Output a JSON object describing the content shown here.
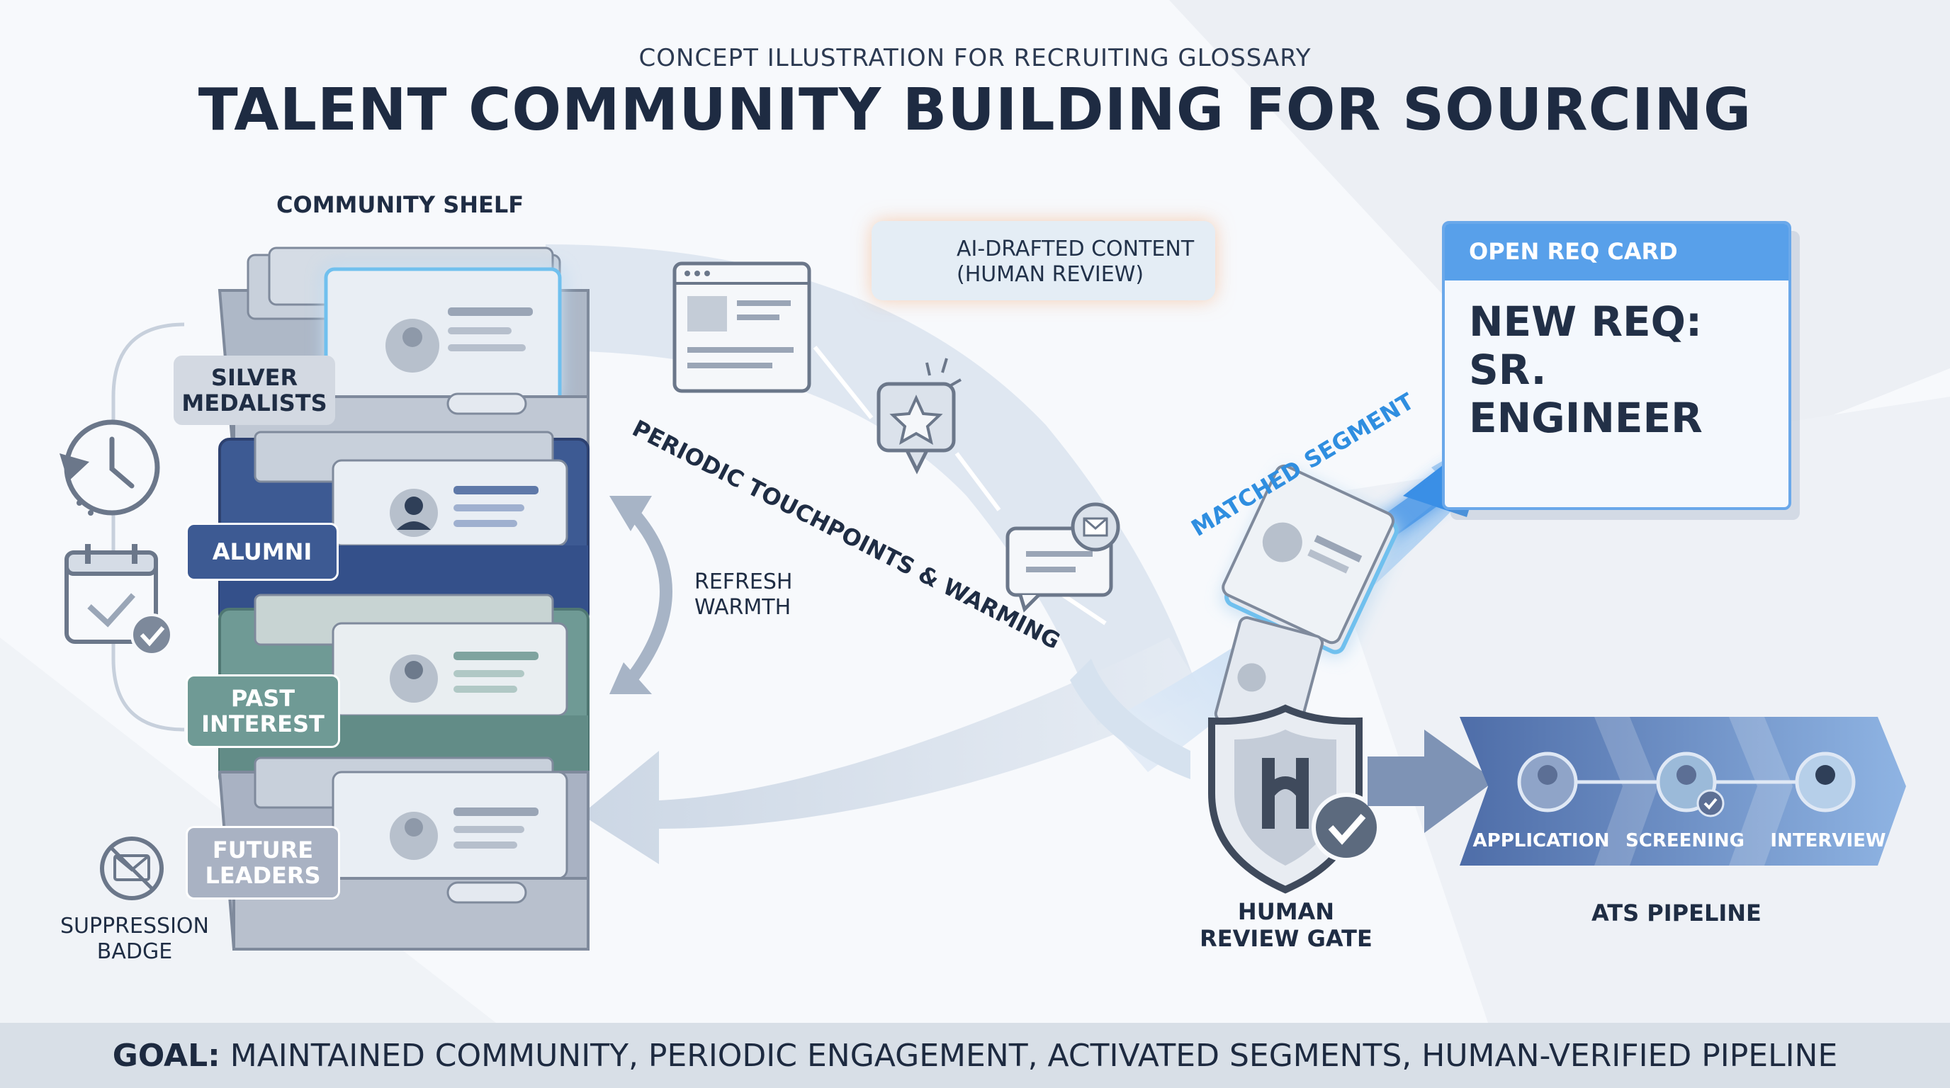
{
  "header": {
    "subtitle": "CONCEPT ILLUSTRATION FOR RECRUITING GLOSSARY",
    "title": "TALENT COMMUNITY BUILDING FOR SOURCING"
  },
  "shelf": {
    "heading": "COMMUNITY SHELF",
    "drawers": [
      {
        "label": "SILVER\nMEDALISTS",
        "color": "#b9c2d0"
      },
      {
        "label": "ALUMNI",
        "color": "#3d5a93"
      },
      {
        "label": "PAST\nINTEREST",
        "color": "#6f9a95"
      },
      {
        "label": "FUTURE\nLEADERS",
        "color": "#a9b2c3"
      }
    ],
    "suppression_label": "SUPPRESSION\nBADGE"
  },
  "flow": {
    "refresh_label": "REFRESH\nWARMTH",
    "touchpoints_label": "PERIODIC TOUCHPOINTS & WARMING",
    "ai_bubble": "AI-DRAFTED CONTENT\n(HUMAN REVIEW)",
    "matched_label": "MATCHED SEGMENT"
  },
  "req_card": {
    "header": "OPEN REQ CARD",
    "body": "NEW REQ:\nSR. ENGINEER"
  },
  "review_gate": {
    "label": "HUMAN\nREVIEW GATE"
  },
  "ats": {
    "label": "ATS PIPELINE",
    "stages": [
      "APPLICATION",
      "SCREENING",
      "INTERVIEW"
    ]
  },
  "goal": {
    "prefix": "GOAL:",
    "text": " MAINTAINED COMMUNITY, PERIODIC ENGAGEMENT, ACTIVATED SEGMENTS, HUMAN-VERIFIED PIPELINE"
  },
  "colors": {
    "accent_blue": "#3a8fe6",
    "navy": "#3d5a93",
    "teal": "#6f9a95",
    "slate": "#b9c2d0"
  }
}
